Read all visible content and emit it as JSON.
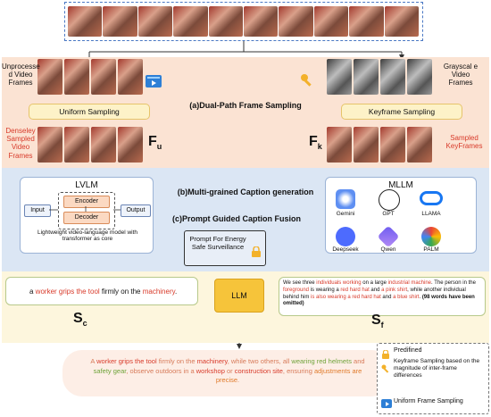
{
  "top_strip": {
    "frame_count": 10
  },
  "left_input_label": "Unprocesse d Video Frames",
  "right_input_label": "Grayscal e Video Frames",
  "section_a_title": "(a)Dual-Path Frame Sampling",
  "uniform_sampling_label": "Uniform Sampling",
  "keyframe_sampling_label": "Keyframe Sampling",
  "densely_sampled_label": "Denseley Sampled Video Frames",
  "fu_label": "F",
  "fu_sub": "u",
  "fk_label": "F",
  "fk_sub": "k",
  "sampled_keyframes_label": "Sampled KeyFrames",
  "section_b_title": "(b)Multi-grained Caption generation",
  "lvlm": {
    "title": "LVLM",
    "input": "Input",
    "encoder": "Encoder",
    "decoder": "Decoder",
    "output": "Output",
    "caption": "Lightweight video-language model with transformer as core"
  },
  "mllm": {
    "title": "MLLM",
    "models": [
      "Gemini",
      "GPT",
      "LLAMA",
      "Deepseek",
      "Qwen",
      "PALM"
    ]
  },
  "section_c_title": "(c)Prompt Guided Caption Fusion",
  "prompt_box": "Prompt For Energy Safe Surveillance",
  "sc_caption": {
    "p1": "a ",
    "p2": "worker grips the tool",
    "p3": " firmly on the ",
    "p4": "machinery",
    "p5": "."
  },
  "sc_label": "S",
  "sc_sub": "c",
  "llm_label": "LLM",
  "sf_text": {
    "a": "We see three ",
    "b": "individuals working",
    "c": " on a large ",
    "d": "industrial machine",
    "e": ". The person in the ",
    "f": "foreground",
    "g": " is wearing a ",
    "h": "red hard hat",
    "i": " and ",
    "j": "a pink shirt",
    "k": ", while another individual behind him ",
    "l": "is also wearing a red hard hat",
    "m": " and ",
    "n": "a blue shirt",
    "o": ".   ",
    "p": "(98 words have been omitted)"
  },
  "sf_label": "S",
  "sf_sub": "f",
  "final_caption": {
    "a": "A ",
    "b": "worker grips the tool",
    "c": " firmly on the ",
    "d": "machinery",
    "e": ", while two others, all ",
    "f": "wearing red helmets",
    "g": " and ",
    "h": "safety gear",
    "i": ", observe outdoors in a ",
    "j": "workshop",
    "k": " or ",
    "l": "construction site",
    "m": ", ensuring ",
    "n": "adjustments are precise",
    "o": "."
  },
  "legend": {
    "predefined": "Predifined",
    "keyframe": "Keyframe Sampling based on the magnitude of inter-frame differences",
    "uniform": "Uniform Frame Sampling"
  },
  "colors": {
    "peach": "#fbe3d3",
    "blue_panel": "#dbe6f4",
    "yellow_panel": "#fdf6dd",
    "caption_box": "#fdeee6",
    "red_text": "#d83a2a",
    "green_text": "#6fa33a",
    "orange_text": "#e07a2a"
  }
}
